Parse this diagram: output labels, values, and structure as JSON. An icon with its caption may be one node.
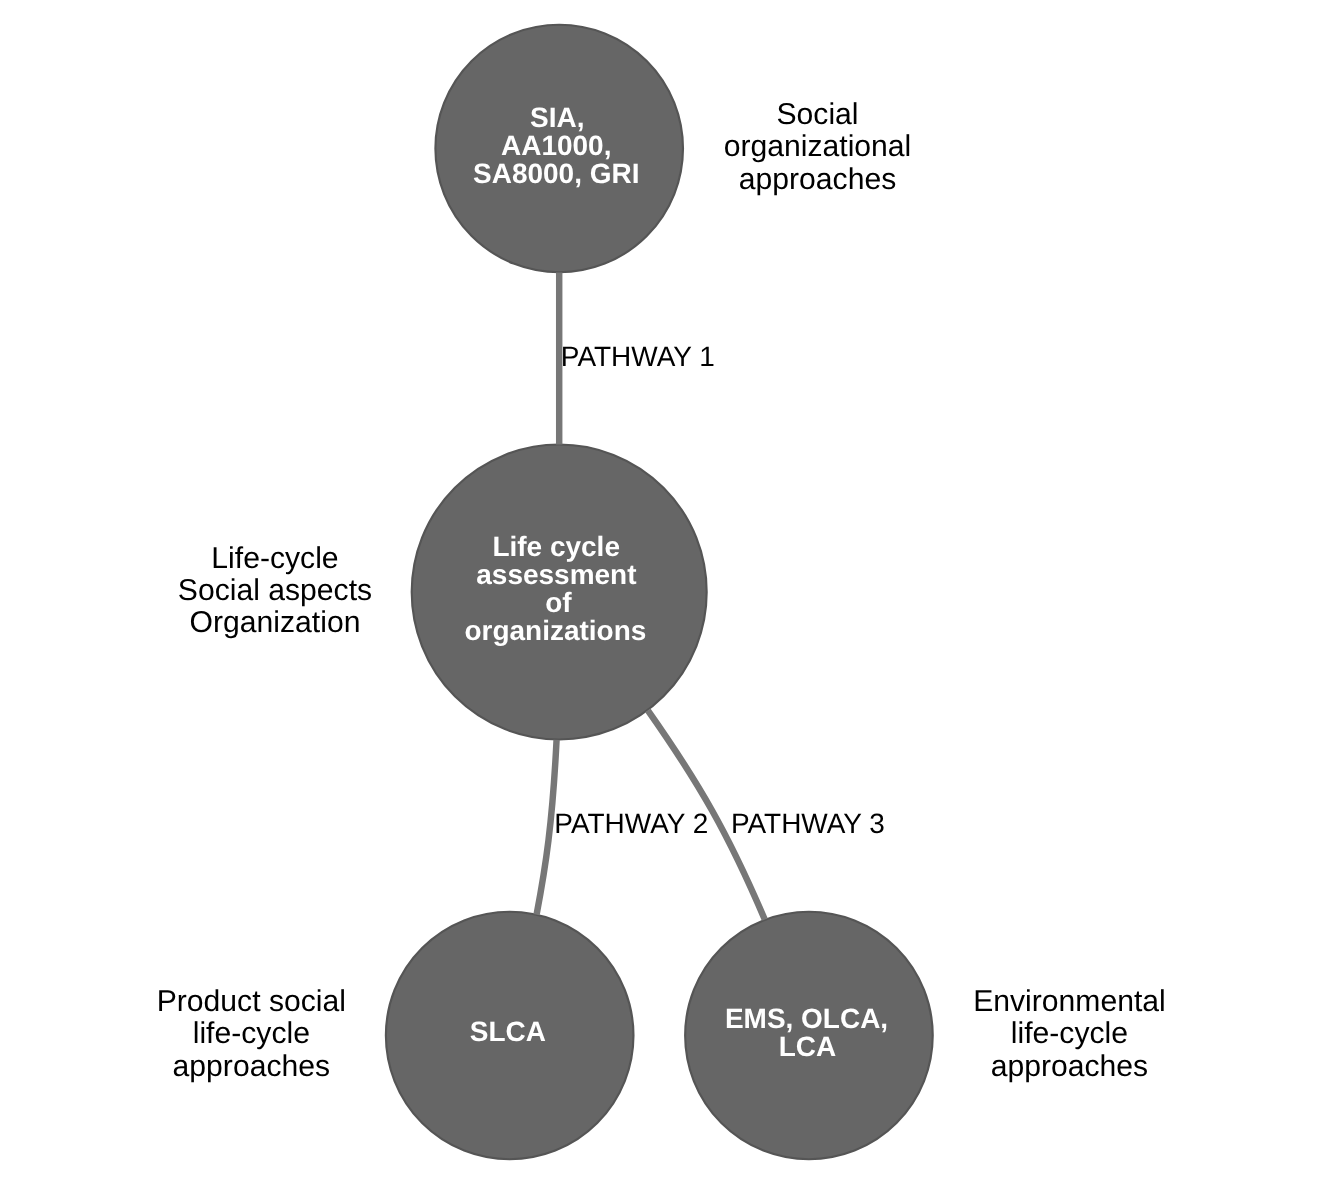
{
  "diagram": {
    "nodes": [
      {
        "text": [
          "Life cycle assessment of organizations"
        ],
        "beside": [
          "Life-cycle",
          "Social aspects",
          "Organization"
        ]
      },
      {
        "text": [
          "SIA, AA1000, SA8000, GRI"
        ],
        "beside": [
          "Social organizational approaches"
        ]
      },
      {
        "text": [
          "SLCA"
        ],
        "beside": [
          "Product social life-cycle approaches"
        ]
      },
      {
        "text": [
          "EMS, OLCA, LCA"
        ],
        "beside": [
          "Environmental life-cycle approaches"
        ]
      }
    ],
    "edges": [
      {
        "from": 1,
        "to": 0,
        "arrow": "none",
        "label": "PATHWAY 1"
      },
      {
        "from": 2,
        "to": 0,
        "arrow": "none",
        "label": "PATHWAY 2"
      },
      {
        "from": 3,
        "to": 0,
        "arrow": "none",
        "label": "PATHWAY 3"
      }
    ]
  }
}
